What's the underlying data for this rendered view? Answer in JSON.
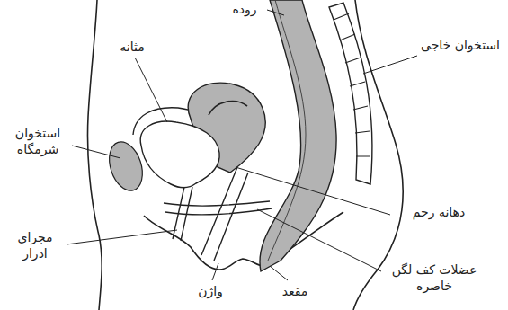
{
  "diagram": {
    "labels": [
      "روده",
      "مثانه",
      "استخوان خاجی",
      "استخوان شرمگاه",
      "دهانه رحم",
      "مجرای ادرار",
      "عضلات کف لگن خاصره",
      "واژن",
      "مقعد"
    ]
  }
}
